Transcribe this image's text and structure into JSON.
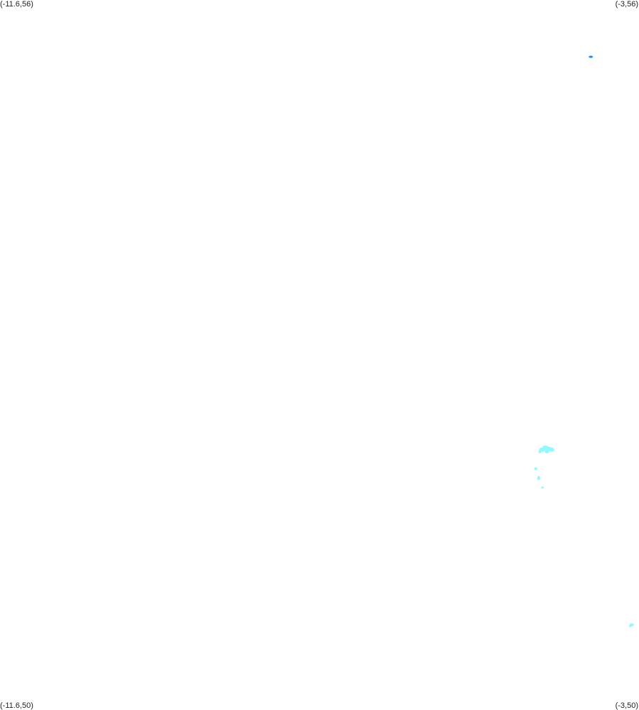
{
  "corners": {
    "top_left": "(-11.6,56)",
    "top_right": "(-3,56)",
    "bottom_left": "(-11.6,50)",
    "bottom_right": "(-3,50)"
  },
  "bounds": {
    "lon_min": -11.6,
    "lon_max": -3,
    "lat_min": 50,
    "lat_max": 56
  },
  "features": [
    {
      "id": "blob-north",
      "color": "#1a8fff",
      "lon": -3.62,
      "lat": 55.52
    },
    {
      "id": "blob-cluster-main",
      "color": "#8ffaff",
      "lon": -4.24,
      "lat": 52.2
    },
    {
      "id": "blob-cluster-small-1",
      "color": "#8ffaff",
      "lon": -4.39,
      "lat": 52.04
    },
    {
      "id": "blob-cluster-small-2",
      "color": "#8ffaff",
      "lon": -4.35,
      "lat": 51.96
    },
    {
      "id": "blob-cluster-small-3",
      "color": "#8ffaff",
      "lon": -4.3,
      "lat": 51.88
    },
    {
      "id": "blob-south-east",
      "color": "#8ffaff",
      "lon": -3.1,
      "lat": 50.72
    }
  ]
}
